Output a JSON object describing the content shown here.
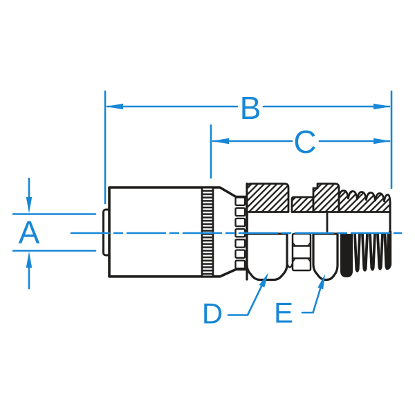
{
  "drawing": {
    "labels": {
      "a": "A",
      "b": "B",
      "c": "C",
      "d": "D",
      "e": "E"
    },
    "colors": {
      "dimension_blue": "#1787d6",
      "line_black": "#1e1d1b",
      "background": "#ffffff"
    }
  }
}
